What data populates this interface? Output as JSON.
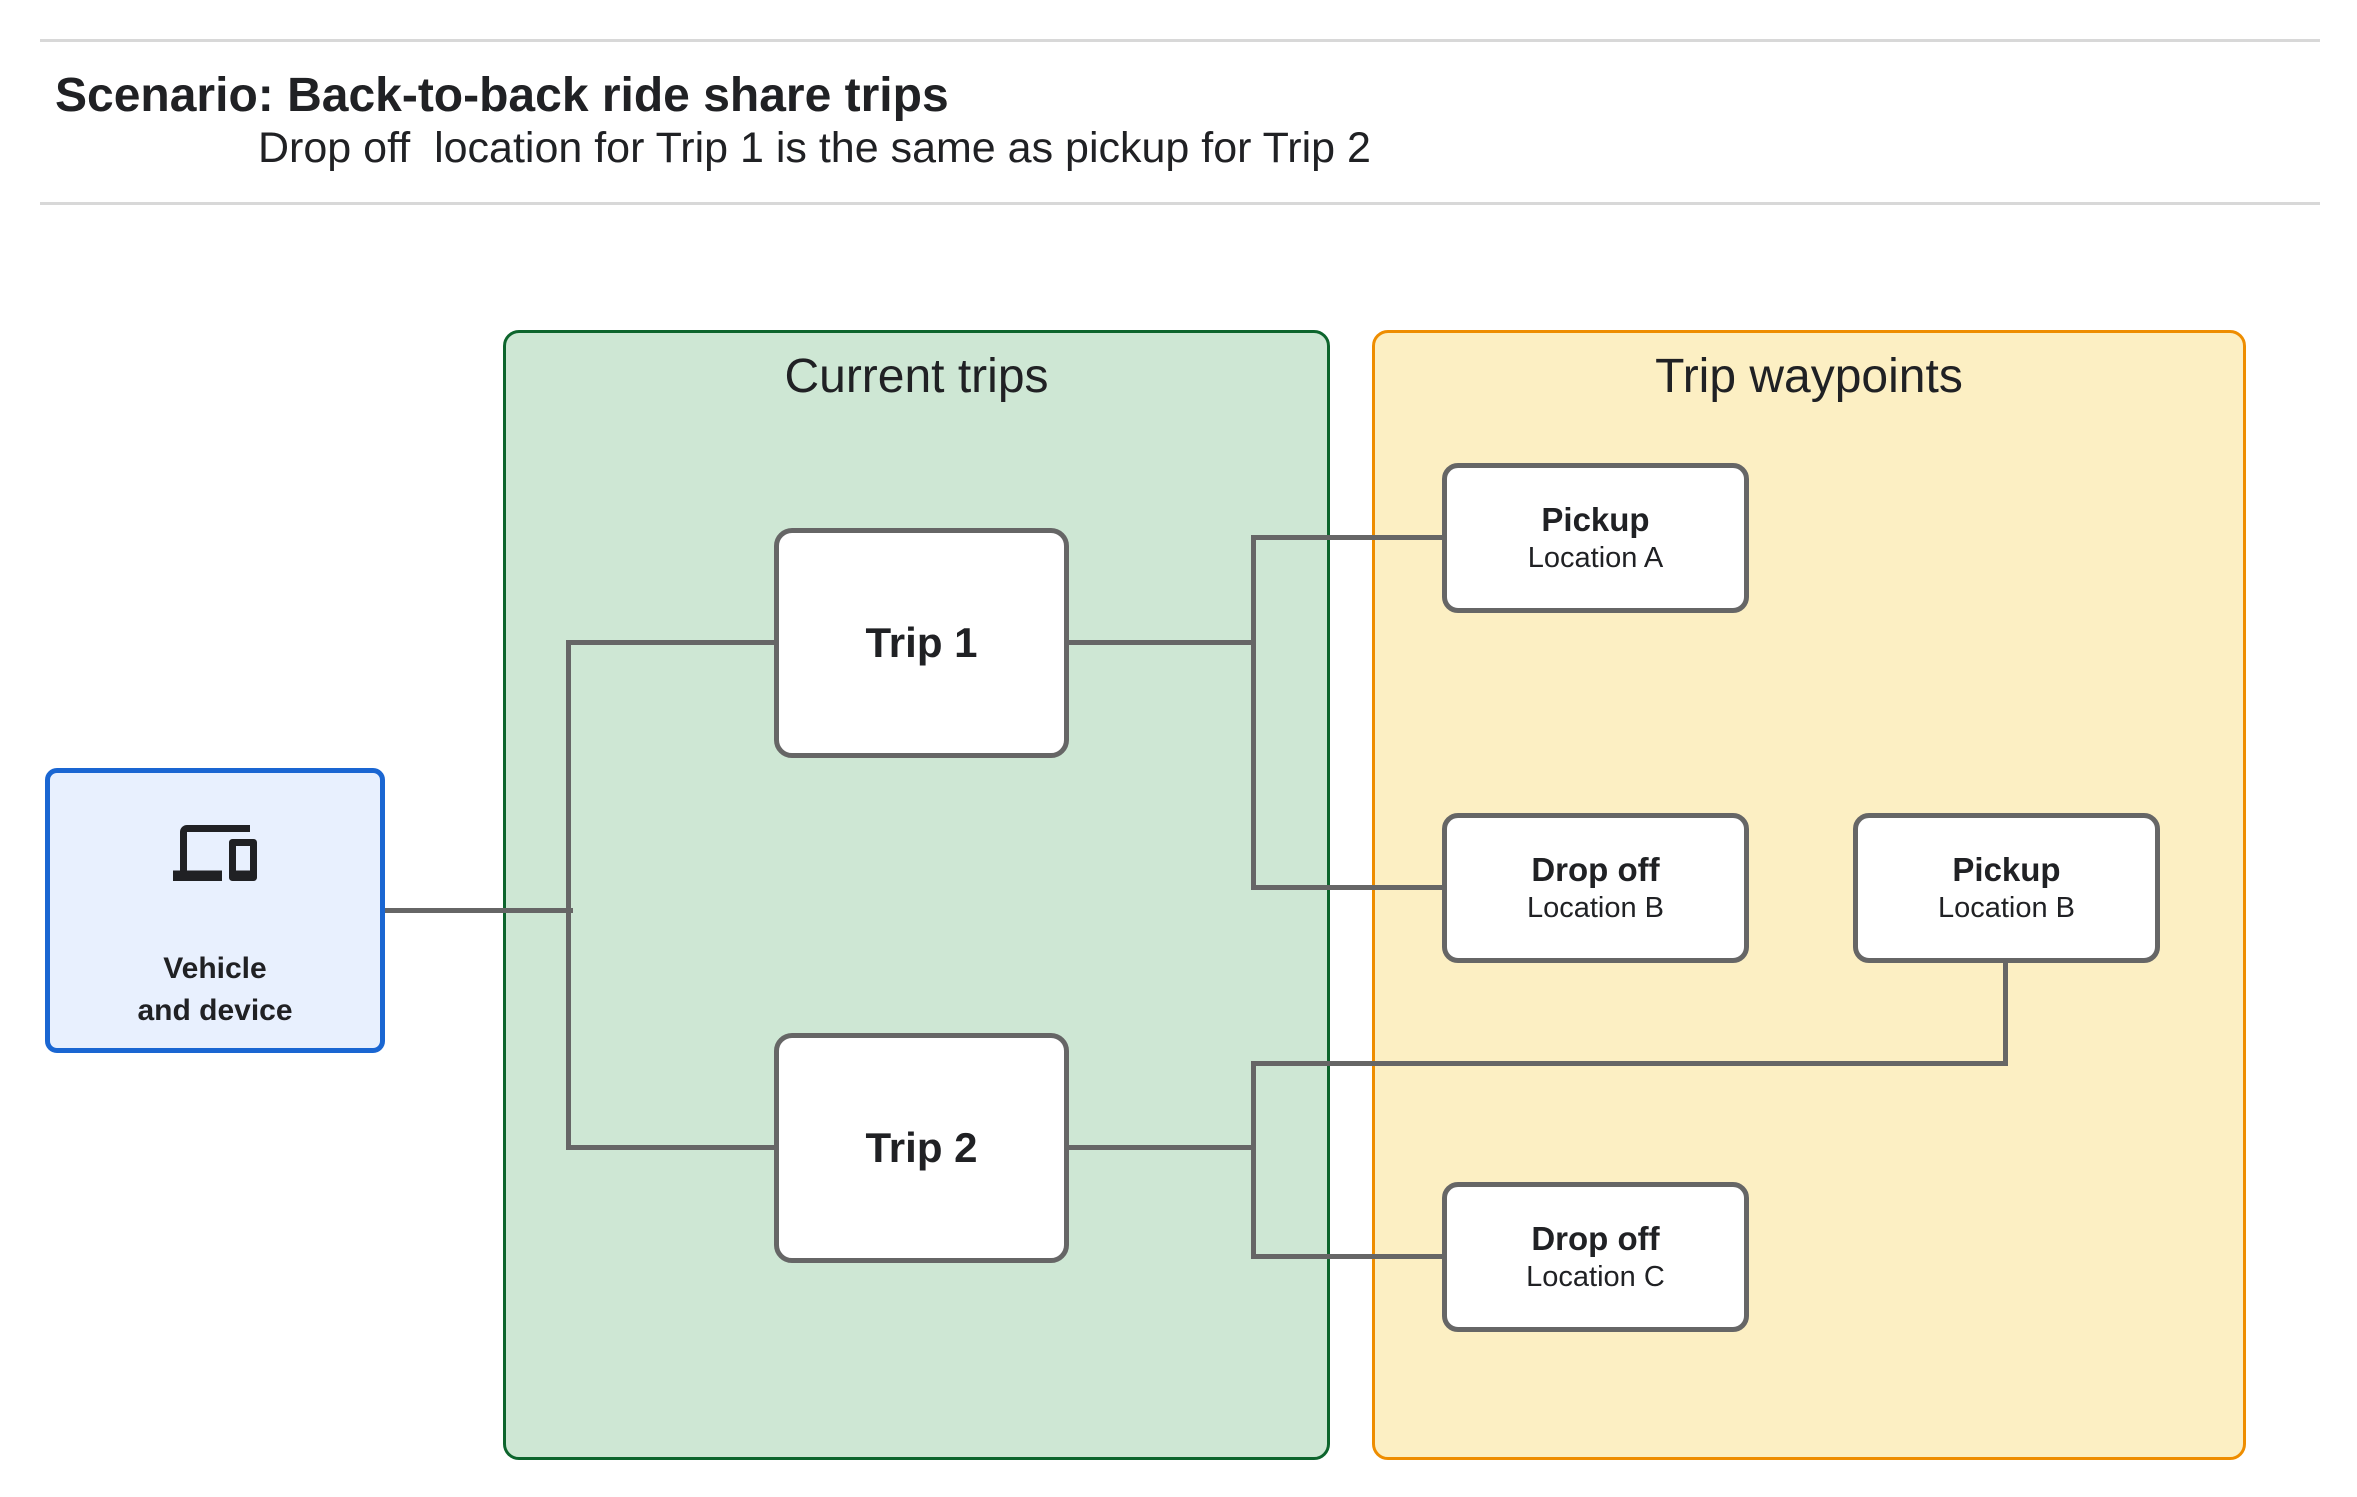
{
  "palette": {
    "text": "#202124",
    "rule": "#d8d8d8",
    "connector": "#666666",
    "node-border": "#666666",
    "node-fill": "#ffffff",
    "blue-border": "#1a66d2",
    "blue-fill": "#e8f0fe",
    "green-border": "#0d652d",
    "green-fill": "#cee7d4",
    "orange-border": "#ee8d00",
    "orange-fill": "#fcefc3"
  },
  "header": {
    "title": "Scenario: Back-to-back ride share trips",
    "subtitle": "Drop off  location for Trip 1 is the same as pickup for Trip 2"
  },
  "diagram": {
    "vehicle": {
      "icon": "devices-icon",
      "line1": "Vehicle",
      "line2": "and device"
    },
    "panels": {
      "current_trips": {
        "title": "Current trips"
      },
      "trip_waypoints": {
        "title": "Trip waypoints"
      }
    },
    "trips": [
      {
        "label": "Trip 1"
      },
      {
        "label": "Trip 2"
      }
    ],
    "waypoints": [
      {
        "title": "Pickup",
        "location": "Location A"
      },
      {
        "title": "Drop off",
        "location": "Location B"
      },
      {
        "title": "Pickup",
        "location": "Location B"
      },
      {
        "title": "Drop off",
        "location": "Location C"
      }
    ]
  }
}
